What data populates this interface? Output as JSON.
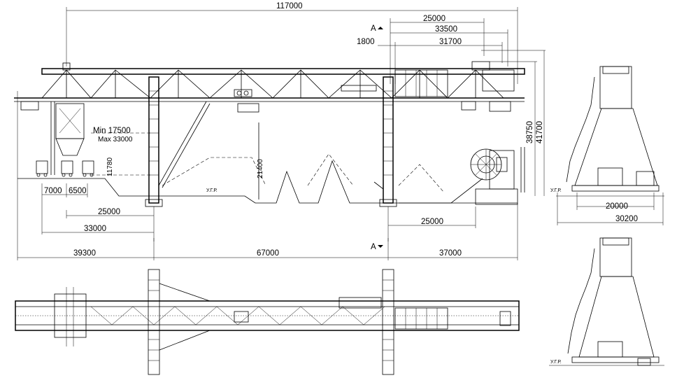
{
  "dimensions": {
    "overall_length": "117000",
    "right_25000": "25000",
    "right_33500": "33500",
    "right_31700": "31700",
    "left_1800": "1800",
    "height_38750": "38750",
    "height_41700": "41700",
    "boom_min": "Min 17500",
    "boom_max": "Max 33000",
    "height_11780": "11780",
    "height_21400": "21400",
    "pile_7000": "7000",
    "pile_6500": "6500",
    "reach_25000_left": "25000",
    "reach_33000": "33000",
    "reach_25000_right": "25000",
    "span_39300": "39300",
    "span_67000": "67000",
    "span_37000": "37000",
    "section_20000": "20000",
    "section_30200": "30200"
  },
  "labels": {
    "section_top": "A",
    "section_bottom": "A",
    "ground_level_main": "У.Г.Р.",
    "ground_level_section": "У.Г.Р.",
    "ground_level_bottom_section": "У.Г.Р."
  }
}
